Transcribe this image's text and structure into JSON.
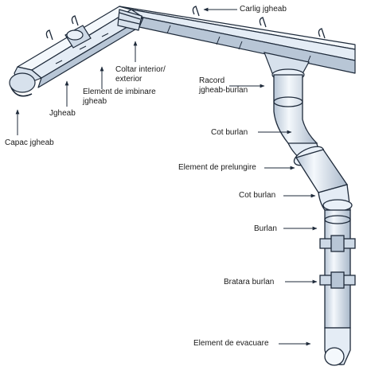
{
  "labels": {
    "carlig": "Carlig jgheab",
    "coltar": "Coltar interior/\nexterior",
    "racord": "Racord\njgheab-burlan",
    "element_imbinare": "Element de imbinare\njgheab",
    "jgheab": "Jgheab",
    "capac": "Capac jgheab",
    "cot_burlan_1": "Cot burlan",
    "element_prelungire": "Element de prelungire",
    "cot_burlan_2": "Cot burlan",
    "burlan": "Burlan",
    "bratara": "Bratara burlan",
    "element_evacuare": "Element de evacuare"
  },
  "colors": {
    "outline": "#1e2a3a",
    "fill": "#e9f0f8",
    "shade": "#b8c6d6",
    "text": "#1a1a1a"
  }
}
